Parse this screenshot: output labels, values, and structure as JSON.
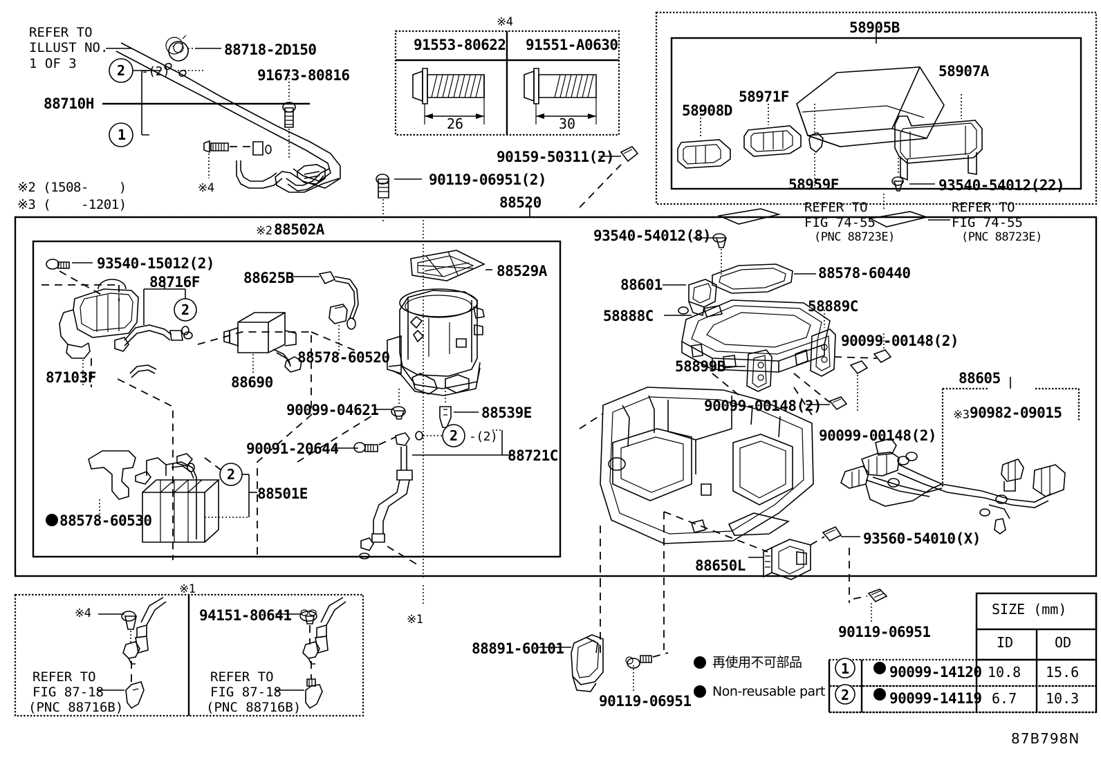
{
  "diagram": {
    "code": "87B798N",
    "title": "Console Box & Bracket"
  },
  "notes": {
    "note2": "※2 (1508-    )",
    "note3": "※3 (    -1201)",
    "mark1": "※1",
    "mark4": "※4",
    "refer_illust": "REFER TO\nILLUST NO.\n1 OF 3"
  },
  "bolt_table": {
    "marker": "※4",
    "columns": [
      "91553-80622",
      "91551-A0630"
    ],
    "lengths": [
      "26",
      "30"
    ]
  },
  "armrest_box": {
    "title": "58905B",
    "labels": [
      {
        "id": "58908D",
        "text": "58908D"
      },
      {
        "id": "58971F",
        "text": "58971F"
      },
      {
        "id": "58959F",
        "text": "58959F"
      },
      {
        "id": "58907A",
        "text": "58907A"
      },
      {
        "id": "93540-54012-22",
        "text": "93540-54012(22)"
      }
    ]
  },
  "upper_left": {
    "part_88710H": "88710H",
    "part_88718": "88718-2D150",
    "part_91673": "91673-80816",
    "circle2": "2",
    "circle1": "1",
    "qty2": "-(2)"
  },
  "upper_mid": {
    "part_90159": "90159-50311(2)",
    "part_90119_2": "90119-06951(2)",
    "part_88520": "88520"
  },
  "box_88502A": {
    "title_marker": "※2",
    "title": "88502A",
    "labels": [
      {
        "id": "93540-15012",
        "text": "93540-15012(2)"
      },
      {
        "id": "88716F",
        "text": "88716F"
      },
      {
        "id": "88625B",
        "text": "88625B"
      },
      {
        "id": "88529A",
        "text": "88529A"
      },
      {
        "id": "87103F",
        "text": "87103F"
      },
      {
        "id": "88578-60520",
        "text": "88578-60520"
      },
      {
        "id": "88690",
        "text": "88690"
      },
      {
        "id": "90099-04621",
        "text": "90099-04621"
      },
      {
        "id": "88539E",
        "text": "88539E"
      },
      {
        "id": "90091-20644",
        "text": "90091-20644"
      },
      {
        "id": "88721C",
        "text": "88721C"
      },
      {
        "id": "88501E",
        "text": "88501E"
      },
      {
        "id": "88578-60530",
        "text": "88578-60530",
        "nonreusable": true
      }
    ],
    "circles": [
      "2",
      "2",
      "2",
      "2"
    ],
    "qty2": "-(2)"
  },
  "right_console": {
    "labels": [
      {
        "id": "93540-54012-8",
        "text": "93540-54012(8)"
      },
      {
        "id": "88601",
        "text": "88601"
      },
      {
        "id": "88578-60440",
        "text": "88578-60440"
      },
      {
        "id": "58888C",
        "text": "58888C"
      },
      {
        "id": "58889C",
        "text": "58889C"
      },
      {
        "id": "58899B",
        "text": "58899B"
      },
      {
        "id": "90099-00148-a",
        "text": "90099-00148(2)"
      },
      {
        "id": "90099-00148-b",
        "text": "90099-00148(2)"
      },
      {
        "id": "90099-00148-c",
        "text": "90099-00148(2)"
      },
      {
        "id": "88605",
        "text": "88605"
      },
      {
        "id": "90982-09015",
        "text": "90982-09015",
        "marker": "※3"
      },
      {
        "id": "93560-54010",
        "text": "93560-54010(X)"
      },
      {
        "id": "88650L",
        "text": "88650L"
      },
      {
        "id": "88891-60101",
        "text": "88891-60101"
      },
      {
        "id": "90119-06951-a",
        "text": "90119-06951"
      },
      {
        "id": "90119-06951-b",
        "text": "90119-06951"
      }
    ],
    "refer_a": "REFER TO\nFIG 74-55",
    "refer_a_pnc": "(PNC 88723E)",
    "refer_b": "REFER TO\nFIG 74-55",
    "refer_b_pnc": "(PNC 88723E)"
  },
  "bottom_left_boxes": {
    "marker": "※1",
    "left": {
      "bolt_marker": "※4",
      "refer": "REFER TO\nFIG 87-18",
      "pnc": "(PNC 88716B)"
    },
    "right": {
      "part": "94151-80641",
      "refer": "REFER TO\nFIG 87-18",
      "pnc": "(PNC 88716B)"
    }
  },
  "legend": {
    "jp": "再使用不可部品",
    "en": "Non-reusable part"
  },
  "size_table": {
    "header": "SIZE (mm)",
    "columns": [
      "ID",
      "OD"
    ],
    "rows": [
      {
        "circle": "1",
        "part": "90099-14120",
        "id": "10.8",
        "od": "15.6",
        "nonreusable": true
      },
      {
        "circle": "2",
        "part": "90099-14119",
        "id": "6.7",
        "od": "10.3",
        "nonreusable": true
      }
    ]
  }
}
